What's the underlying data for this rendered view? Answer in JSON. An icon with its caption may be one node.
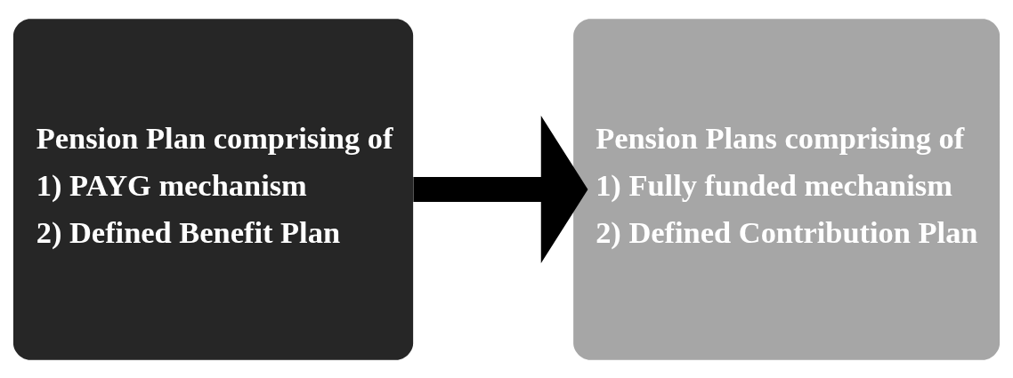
{
  "diagram": {
    "nodes": [
      {
        "text": [
          "Pension Plan comprising of",
          "1) PAYG mechanism",
          "2) Defined Benefit Plan"
        ]
      },
      {
        "text": [
          "Pension Plans comprising of",
          "1) Fully funded mechanism",
          "2) Defined Contribution Plan"
        ]
      }
    ],
    "edges": [
      {
        "from": 0,
        "to": 1,
        "arrow": "to"
      }
    ]
  }
}
